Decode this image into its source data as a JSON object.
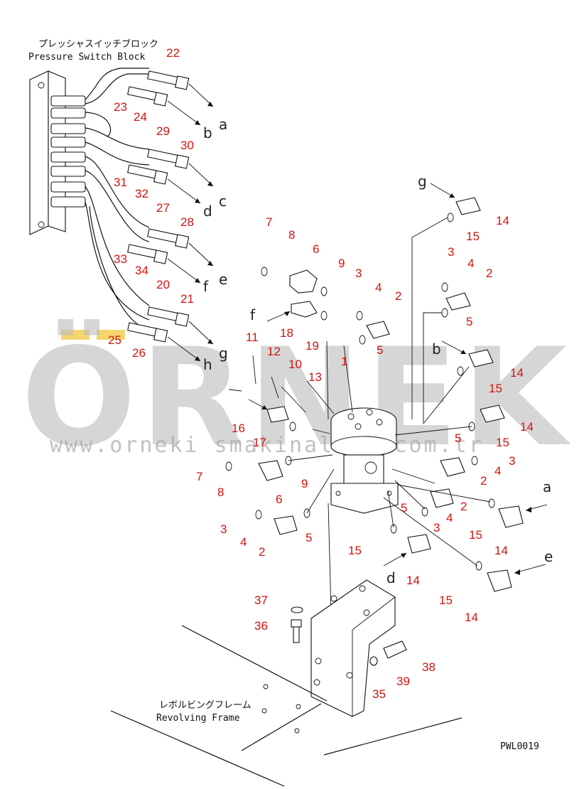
{
  "header": {
    "label_jp": "プレッシャスイッチブロック",
    "label_en": "Pressure Switch Block"
  },
  "footer": {
    "frame_jp": "レボルビングフレーム",
    "frame_en": "Revolving Frame",
    "drawing_code": "PWL0019"
  },
  "watermark": {
    "brand": "ÖRNEK",
    "url": "www.orneki smakinalari.com.tr"
  },
  "colors": {
    "callout": "#d0140f",
    "watermark": "#bdbdbd",
    "accent_bars": "#f2c94c",
    "line": "#111111"
  },
  "callouts": [
    {
      "id": "c22",
      "text": "22"
    },
    {
      "id": "c23",
      "text": "23"
    },
    {
      "id": "c24",
      "text": "24"
    },
    {
      "id": "c29",
      "text": "29"
    },
    {
      "id": "c30",
      "text": "30"
    },
    {
      "id": "c31",
      "text": "31"
    },
    {
      "id": "c32",
      "text": "32"
    },
    {
      "id": "c27",
      "text": "27"
    },
    {
      "id": "c28",
      "text": "28"
    },
    {
      "id": "c33",
      "text": "33"
    },
    {
      "id": "c34",
      "text": "34"
    },
    {
      "id": "c20",
      "text": "20"
    },
    {
      "id": "c21",
      "text": "21"
    },
    {
      "id": "c25",
      "text": "25"
    },
    {
      "id": "c26",
      "text": "26"
    },
    {
      "id": "c7a",
      "text": "7"
    },
    {
      "id": "c8a",
      "text": "8"
    },
    {
      "id": "c6a",
      "text": "6"
    },
    {
      "id": "c9a",
      "text": "9"
    },
    {
      "id": "c3a",
      "text": "3"
    },
    {
      "id": "c4a",
      "text": "4"
    },
    {
      "id": "c2a",
      "text": "2"
    },
    {
      "id": "c5a",
      "text": "5"
    },
    {
      "id": "c18",
      "text": "18"
    },
    {
      "id": "c19",
      "text": "19"
    },
    {
      "id": "c11",
      "text": "11"
    },
    {
      "id": "c12",
      "text": "12"
    },
    {
      "id": "c10",
      "text": "10"
    },
    {
      "id": "c13",
      "text": "13"
    },
    {
      "id": "c1",
      "text": "1"
    },
    {
      "id": "c16",
      "text": "16"
    },
    {
      "id": "c17",
      "text": "17"
    },
    {
      "id": "c14a",
      "text": "14"
    },
    {
      "id": "c15a",
      "text": "15"
    },
    {
      "id": "c3b",
      "text": "3"
    },
    {
      "id": "c4b",
      "text": "4"
    },
    {
      "id": "c2b",
      "text": "2"
    },
    {
      "id": "c5b",
      "text": "5"
    },
    {
      "id": "c14b",
      "text": "14"
    },
    {
      "id": "c15b",
      "text": "15"
    },
    {
      "id": "c14c",
      "text": "14"
    },
    {
      "id": "c15c",
      "text": "15"
    },
    {
      "id": "c5c",
      "text": "5"
    },
    {
      "id": "c4c",
      "text": "4"
    },
    {
      "id": "c3c",
      "text": "3"
    },
    {
      "id": "c2c",
      "text": "2"
    },
    {
      "id": "c7b",
      "text": "7"
    },
    {
      "id": "c8b",
      "text": "8"
    },
    {
      "id": "c6b",
      "text": "6"
    },
    {
      "id": "c9b",
      "text": "9"
    },
    {
      "id": "c5d",
      "text": "5"
    },
    {
      "id": "c2d",
      "text": "2"
    },
    {
      "id": "c4d",
      "text": "4"
    },
    {
      "id": "c3d",
      "text": "3"
    },
    {
      "id": "c15d",
      "text": "15"
    },
    {
      "id": "c14d",
      "text": "14"
    },
    {
      "id": "c3e",
      "text": "3"
    },
    {
      "id": "c4e",
      "text": "4"
    },
    {
      "id": "c2e",
      "text": "2"
    },
    {
      "id": "c5e",
      "text": "5"
    },
    {
      "id": "c15e",
      "text": "15"
    },
    {
      "id": "c14e",
      "text": "14"
    },
    {
      "id": "c15f",
      "text": "15"
    },
    {
      "id": "c14f",
      "text": "14"
    },
    {
      "id": "c37",
      "text": "37"
    },
    {
      "id": "c36",
      "text": "36"
    },
    {
      "id": "c38",
      "text": "38"
    },
    {
      "id": "c39",
      "text": "39"
    },
    {
      "id": "c35",
      "text": "35"
    }
  ],
  "letters": [
    {
      "id": "la1",
      "text": "a"
    },
    {
      "id": "lb1",
      "text": "b"
    },
    {
      "id": "lc1",
      "text": "c"
    },
    {
      "id": "ld1",
      "text": "d"
    },
    {
      "id": "le1",
      "text": "e"
    },
    {
      "id": "lf1",
      "text": "f"
    },
    {
      "id": "lg1",
      "text": "g"
    },
    {
      "id": "lh1",
      "text": "h"
    },
    {
      "id": "lg2",
      "text": "g"
    },
    {
      "id": "lf2",
      "text": "f"
    },
    {
      "id": "lb2",
      "text": "b"
    },
    {
      "id": "la2",
      "text": "a"
    },
    {
      "id": "le2",
      "text": "e"
    },
    {
      "id": "ld2",
      "text": "d"
    }
  ]
}
